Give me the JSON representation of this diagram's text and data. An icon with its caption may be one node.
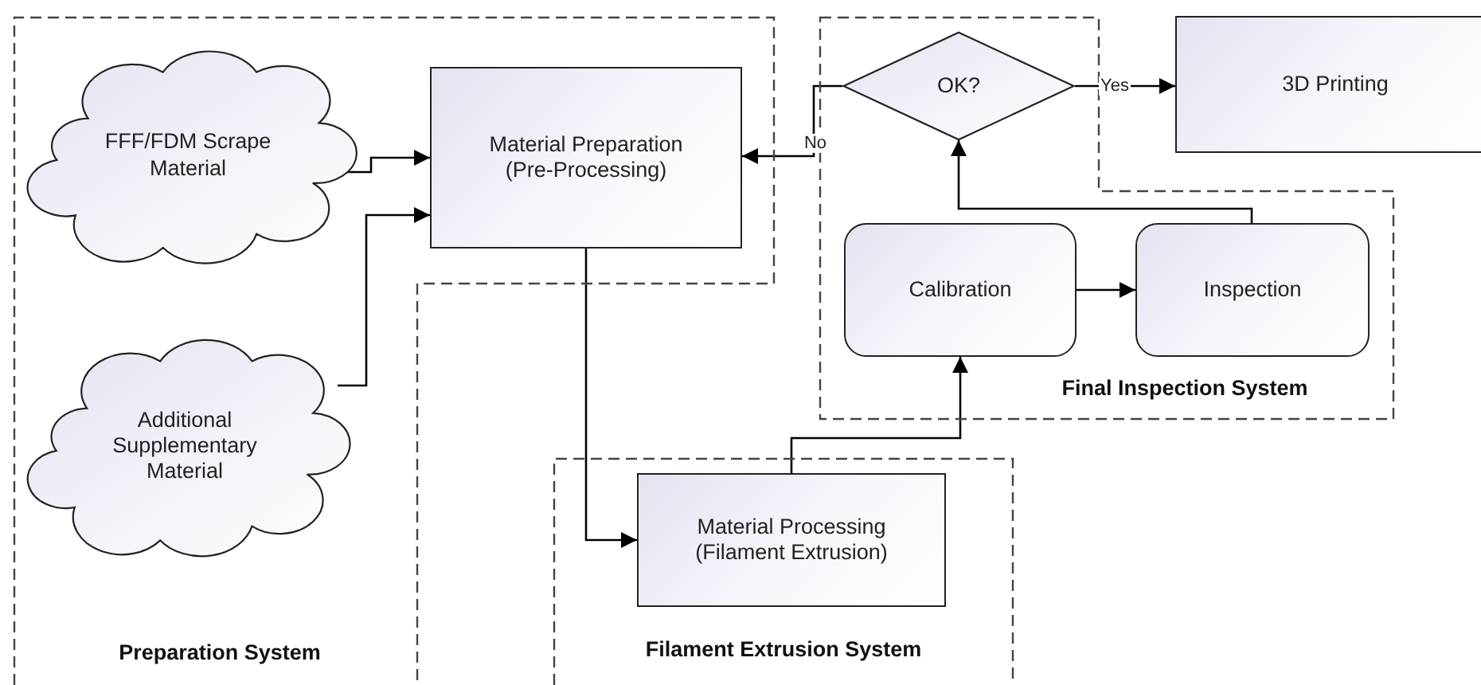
{
  "diagram": {
    "nodes": [
      {
        "text": [
          "Preparation System"
        ]
      },
      {
        "text": [
          "FFF/FDM Scrape Material"
        ],
        "in": 0
      },
      {
        "text": [
          "Material Preparation (Pre-Processing)"
        ],
        "in": 0
      },
      {
        "text": [
          "Final Inspection System"
        ]
      },
      {
        "text": [
          "OK?"
        ],
        "in": 3
      },
      {
        "text": [
          "3D Printing"
        ]
      },
      {
        "text": [
          "Calibration"
        ],
        "in": 3
      },
      {
        "text": [
          "Inspection"
        ],
        "in": 3
      },
      {
        "text": [
          "Additional Supplementary Material"
        ],
        "in": 0
      },
      {
        "text": [
          "Filament Extrusion System"
        ]
      },
      {
        "text": [
          "Material Processing (Filament Extrusion)"
        ],
        "in": 9
      }
    ],
    "edges": [
      {
        "from": 1,
        "to": 2,
        "arrow": "to"
      },
      {
        "from": 8,
        "to": 2,
        "arrow": "to"
      },
      {
        "from": 2,
        "to": 10,
        "arrow": "to"
      },
      {
        "from": 10,
        "to": 6,
        "arrow": "to"
      },
      {
        "from": 6,
        "to": 7,
        "arrow": "to"
      },
      {
        "from": 7,
        "to": 4,
        "arrow": "to"
      },
      {
        "from": 4,
        "to": 2,
        "label": "No",
        "arrow": "to"
      },
      {
        "from": 4,
        "to": 5,
        "label": "Yes",
        "arrow": "to"
      }
    ]
  }
}
